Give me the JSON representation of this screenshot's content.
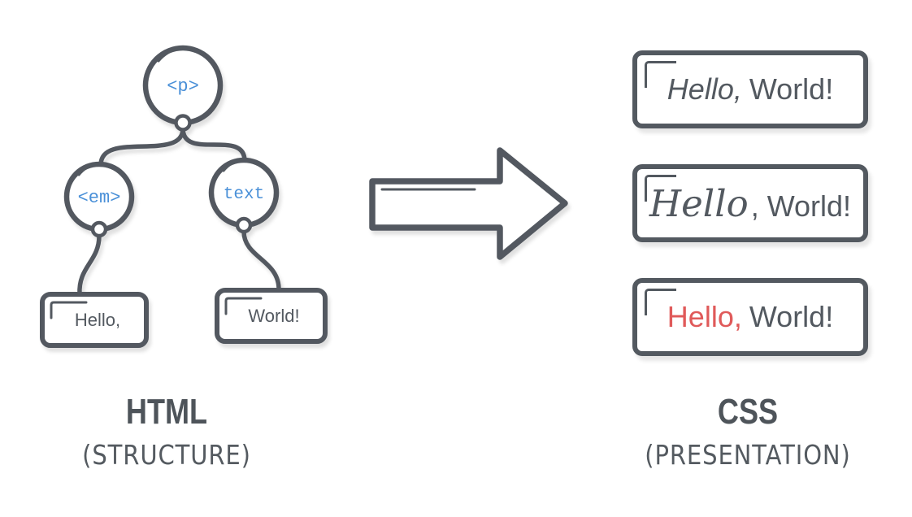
{
  "colors": {
    "ink": "#535960",
    "code_blue": "#4a90d8",
    "accent_red": "#e05a5a"
  },
  "html_side": {
    "tree": {
      "root_label": "<p>",
      "child1_label": "<em>",
      "child2_label": "text",
      "leaf1_label": "Hello,",
      "leaf2_label": "World!"
    },
    "title": "HTML",
    "subtitle": "(STRUCTURE)"
  },
  "transform_arrow": {
    "icon": "right-arrow-icon"
  },
  "css_side": {
    "boxes": [
      {
        "part1": "Hello,",
        "part2": "World!"
      },
      {
        "part1": "Hello",
        "part2": ", World!"
      },
      {
        "part1": "Hello,",
        "part2": "World!"
      }
    ],
    "title": "CSS",
    "subtitle": "(PRESENTATION)"
  }
}
